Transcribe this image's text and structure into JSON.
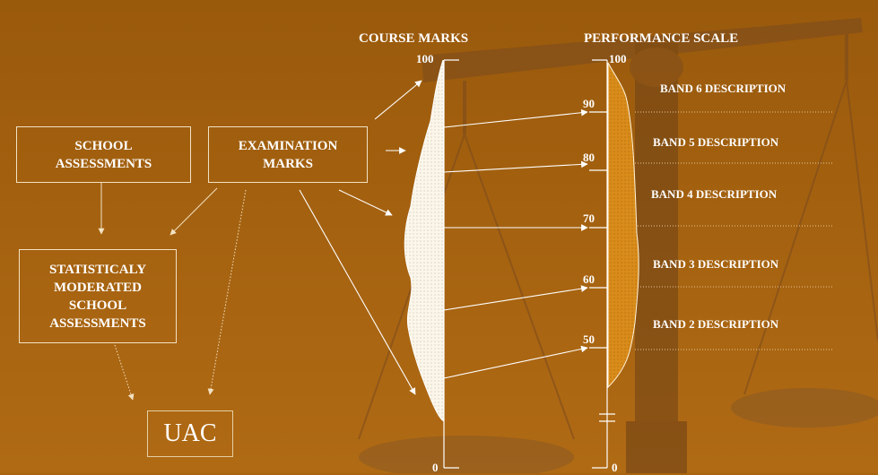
{
  "headers": {
    "course_marks": "COURSE MARKS",
    "performance_scale": "PERFORMANCE SCALE"
  },
  "boxes": {
    "school_assessments": "SCHOOL\nASSESSMENTS",
    "examination_marks": "EXAMINATION\nMARKS",
    "moderated": "STATISTICALY\nMODERATED\nSCHOOL\nASSESSMENTS",
    "uac": "UAC"
  },
  "course_axis": {
    "top": "100",
    "bottom": "0"
  },
  "perf_axis": {
    "top": "100",
    "bottom": "0",
    "ticks": [
      "90",
      "80",
      "70",
      "60",
      "50"
    ]
  },
  "bands": [
    "BAND 6 DESCRIPTION",
    "BAND 5 DESCRIPTION",
    "BAND 4 DESCRIPTION",
    "BAND 3 DESCRIPTION",
    "BAND 2 DESCRIPTION"
  ],
  "colors": {
    "background": "#a8640e",
    "foreground": "#ffffff",
    "scale_silhouette": "#7a4a1e",
    "band_fill": "#d98c1a"
  }
}
